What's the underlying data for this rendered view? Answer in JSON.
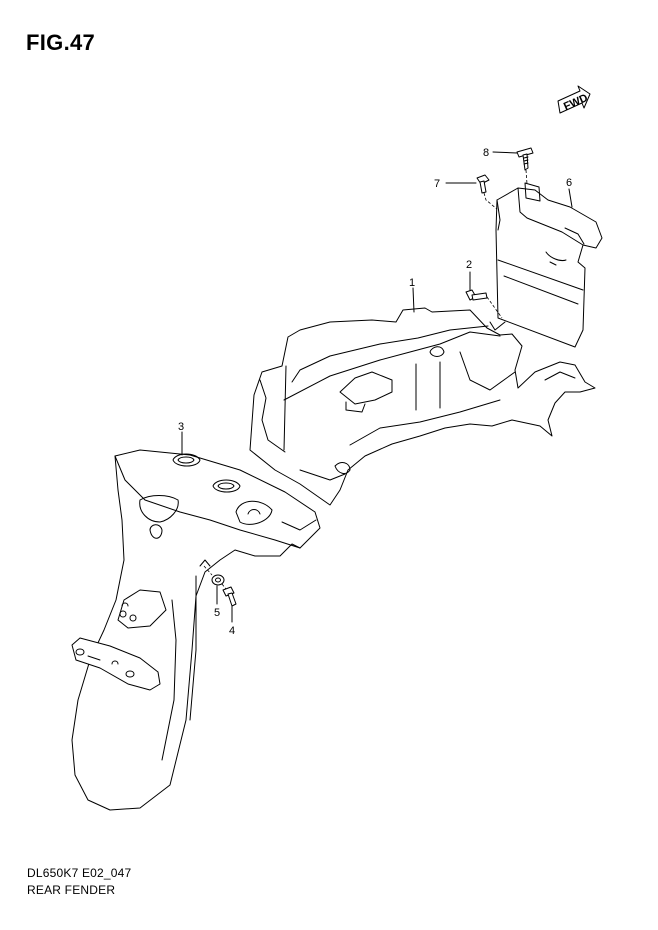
{
  "figure": {
    "title": "FIG.47",
    "model_code": "DL650K7 E02_047",
    "section_name": "REAR FENDER",
    "fwd_label": "FWD"
  },
  "callouts": [
    "1",
    "2",
    "3",
    "4",
    "5",
    "6",
    "7",
    "8"
  ]
}
